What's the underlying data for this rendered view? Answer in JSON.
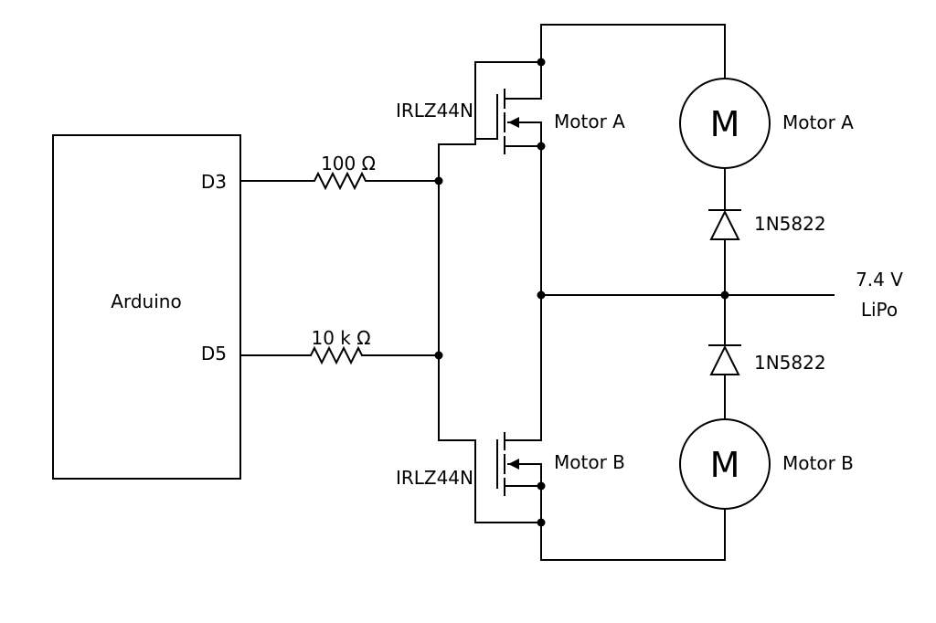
{
  "arduino": {
    "label": "Arduino",
    "pin_d3": "D3",
    "pin_d5": "D5"
  },
  "resistors": {
    "r1_label": "100 Ω",
    "r2_label": "10 k Ω"
  },
  "mosfets": {
    "top_label": "IRLZ44N",
    "bottom_label": "IRLZ44N",
    "top_drain_label": "Motor A",
    "bottom_drain_label": "Motor B"
  },
  "motors": {
    "a_symbol": "M",
    "a_label": "Motor A",
    "b_symbol": "M",
    "b_label": "Motor B"
  },
  "diodes": {
    "top_label": "1N5822",
    "bottom_label": "1N5822"
  },
  "supply": {
    "voltage": "7.4 V",
    "type": "LiPo"
  }
}
